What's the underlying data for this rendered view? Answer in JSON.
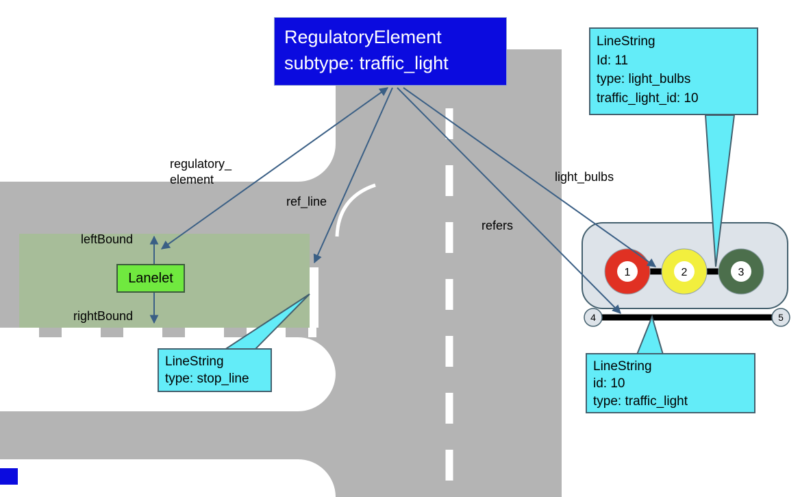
{
  "colors": {
    "background": "#ffffff",
    "road": "#b4b4b4",
    "road_marking": "#ffffff",
    "lanelet_area": "#a7bd99",
    "lanelet_box": "#70e93f",
    "regulatory_box": "#0b0bdf",
    "callout": "#63ecf8",
    "callout_border": "#44606e",
    "arrow": "#3a5f85",
    "traffic_light_housing": "#dde3e9",
    "bulb_red": "#e03123",
    "bulb_yellow": "#f2ef3e",
    "bulb_green": "#4c6f4c",
    "line_black": "#000000"
  },
  "regulatory_box": {
    "title": "RegulatoryElement",
    "subtitle": "subtype: traffic_light"
  },
  "lanelet": {
    "label": "Lanelet"
  },
  "labels": {
    "regulatory_element": "regulatory_\nelement",
    "ref_line": "ref_line",
    "refers": "refers",
    "light_bulbs": "light_bulbs",
    "left_bound": "leftBound",
    "right_bound": "rightBound"
  },
  "callouts": {
    "light_bulbs": {
      "lines": [
        "LineString",
        "Id: 11",
        "type: light_bulbs",
        "traffic_light_id: 10"
      ]
    },
    "stop_line": {
      "lines": [
        "LineString",
        "type: stop_line"
      ]
    },
    "traffic_light": {
      "lines": [
        "LineString",
        "id: 10",
        "type: traffic_light"
      ]
    }
  },
  "traffic_light": {
    "bulbs": [
      {
        "label": "1",
        "color": "#e03123"
      },
      {
        "label": "2",
        "color": "#f2ef3e"
      },
      {
        "label": "3",
        "color": "#4c6f4c"
      }
    ],
    "endpoints": [
      {
        "label": "4"
      },
      {
        "label": "5"
      }
    ]
  }
}
